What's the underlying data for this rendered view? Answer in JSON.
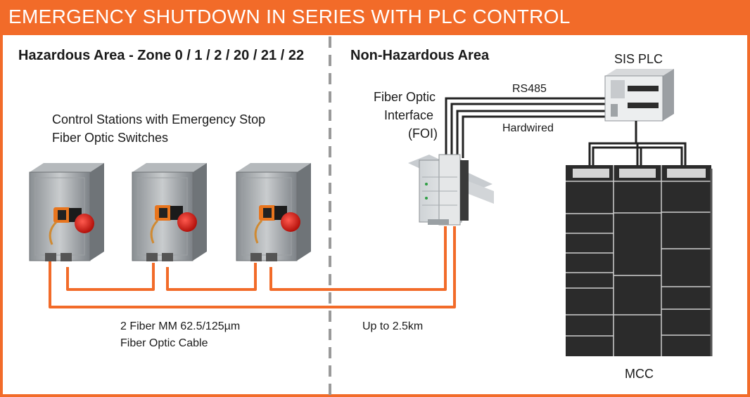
{
  "title": "EMERGENCY SHUTDOWN IN SERIES WITH PLC CONTROL",
  "zones": {
    "hazardous": "Hazardous Area - Zone 0 / 1 / 2 / 20 / 21 / 22",
    "non_hazardous": "Non-Hazardous Area"
  },
  "labels": {
    "control_stations_line1": "Control Stations with Emergency Stop",
    "control_stations_line2": "Fiber Optic Switches",
    "foi_line1": "Fiber Optic",
    "foi_line2": "Interface",
    "foi_line3": "(FOI)",
    "sis_plc": "SIS PLC",
    "rs485": "RS485",
    "hardwired": "Hardwired",
    "cable_line1": "2 Fiber MM 62.5/125µm",
    "cable_line2": "Fiber Optic Cable",
    "distance": "Up to 2.5km",
    "mcc": "MCC"
  },
  "colors": {
    "accent": "#f26b29",
    "fiber": "#f26b29",
    "wire": "#222222",
    "mcc_body": "#2b2b2b",
    "divider": "#999999"
  }
}
